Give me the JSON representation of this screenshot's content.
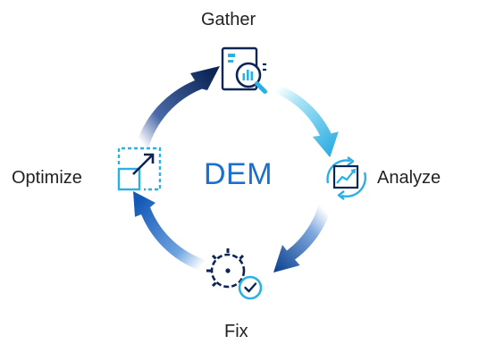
{
  "center": {
    "label": "DEM"
  },
  "stages": [
    {
      "key": "gather",
      "label": "Gather",
      "icon": "document-magnifier-chart-icon"
    },
    {
      "key": "analyze",
      "label": "Analyze",
      "icon": "chart-refresh-icon"
    },
    {
      "key": "fix",
      "label": "Fix",
      "icon": "gear-check-icon"
    },
    {
      "key": "optimize",
      "label": "Optimize",
      "icon": "resize-arrow-icon"
    }
  ],
  "colors": {
    "navy": "#0c2557",
    "deep_blue": "#0a3f8f",
    "mid_blue": "#1766c8",
    "cyan": "#29b8e6",
    "icon_outline": "#0c2557",
    "icon_accent": "#29b0e5",
    "center_text": "#1b6fd1",
    "label_text": "#222222"
  }
}
